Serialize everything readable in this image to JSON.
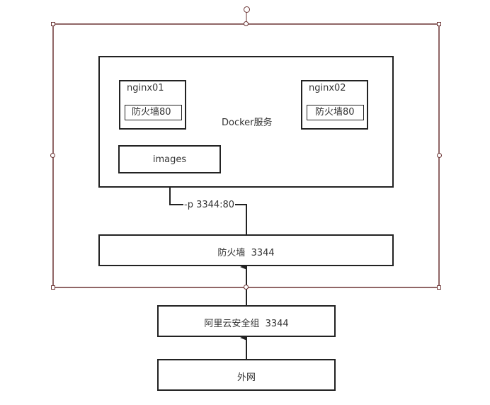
{
  "diagram": {
    "docker_service_label": "Docker服务",
    "containers": [
      {
        "name": "nginx01",
        "firewall": "防火墙80"
      },
      {
        "name": "nginx02",
        "firewall": "防火墙80"
      }
    ],
    "images_label": "images",
    "port_mapping_label": "-p 3344:80",
    "server_firewall_label": "防火墙  3344",
    "aliyun_group_label": "阿里云安全组  3344",
    "internet_label": "外网"
  },
  "colors": {
    "border": "#222222",
    "selection": "#6b3434",
    "text": "#333333"
  }
}
